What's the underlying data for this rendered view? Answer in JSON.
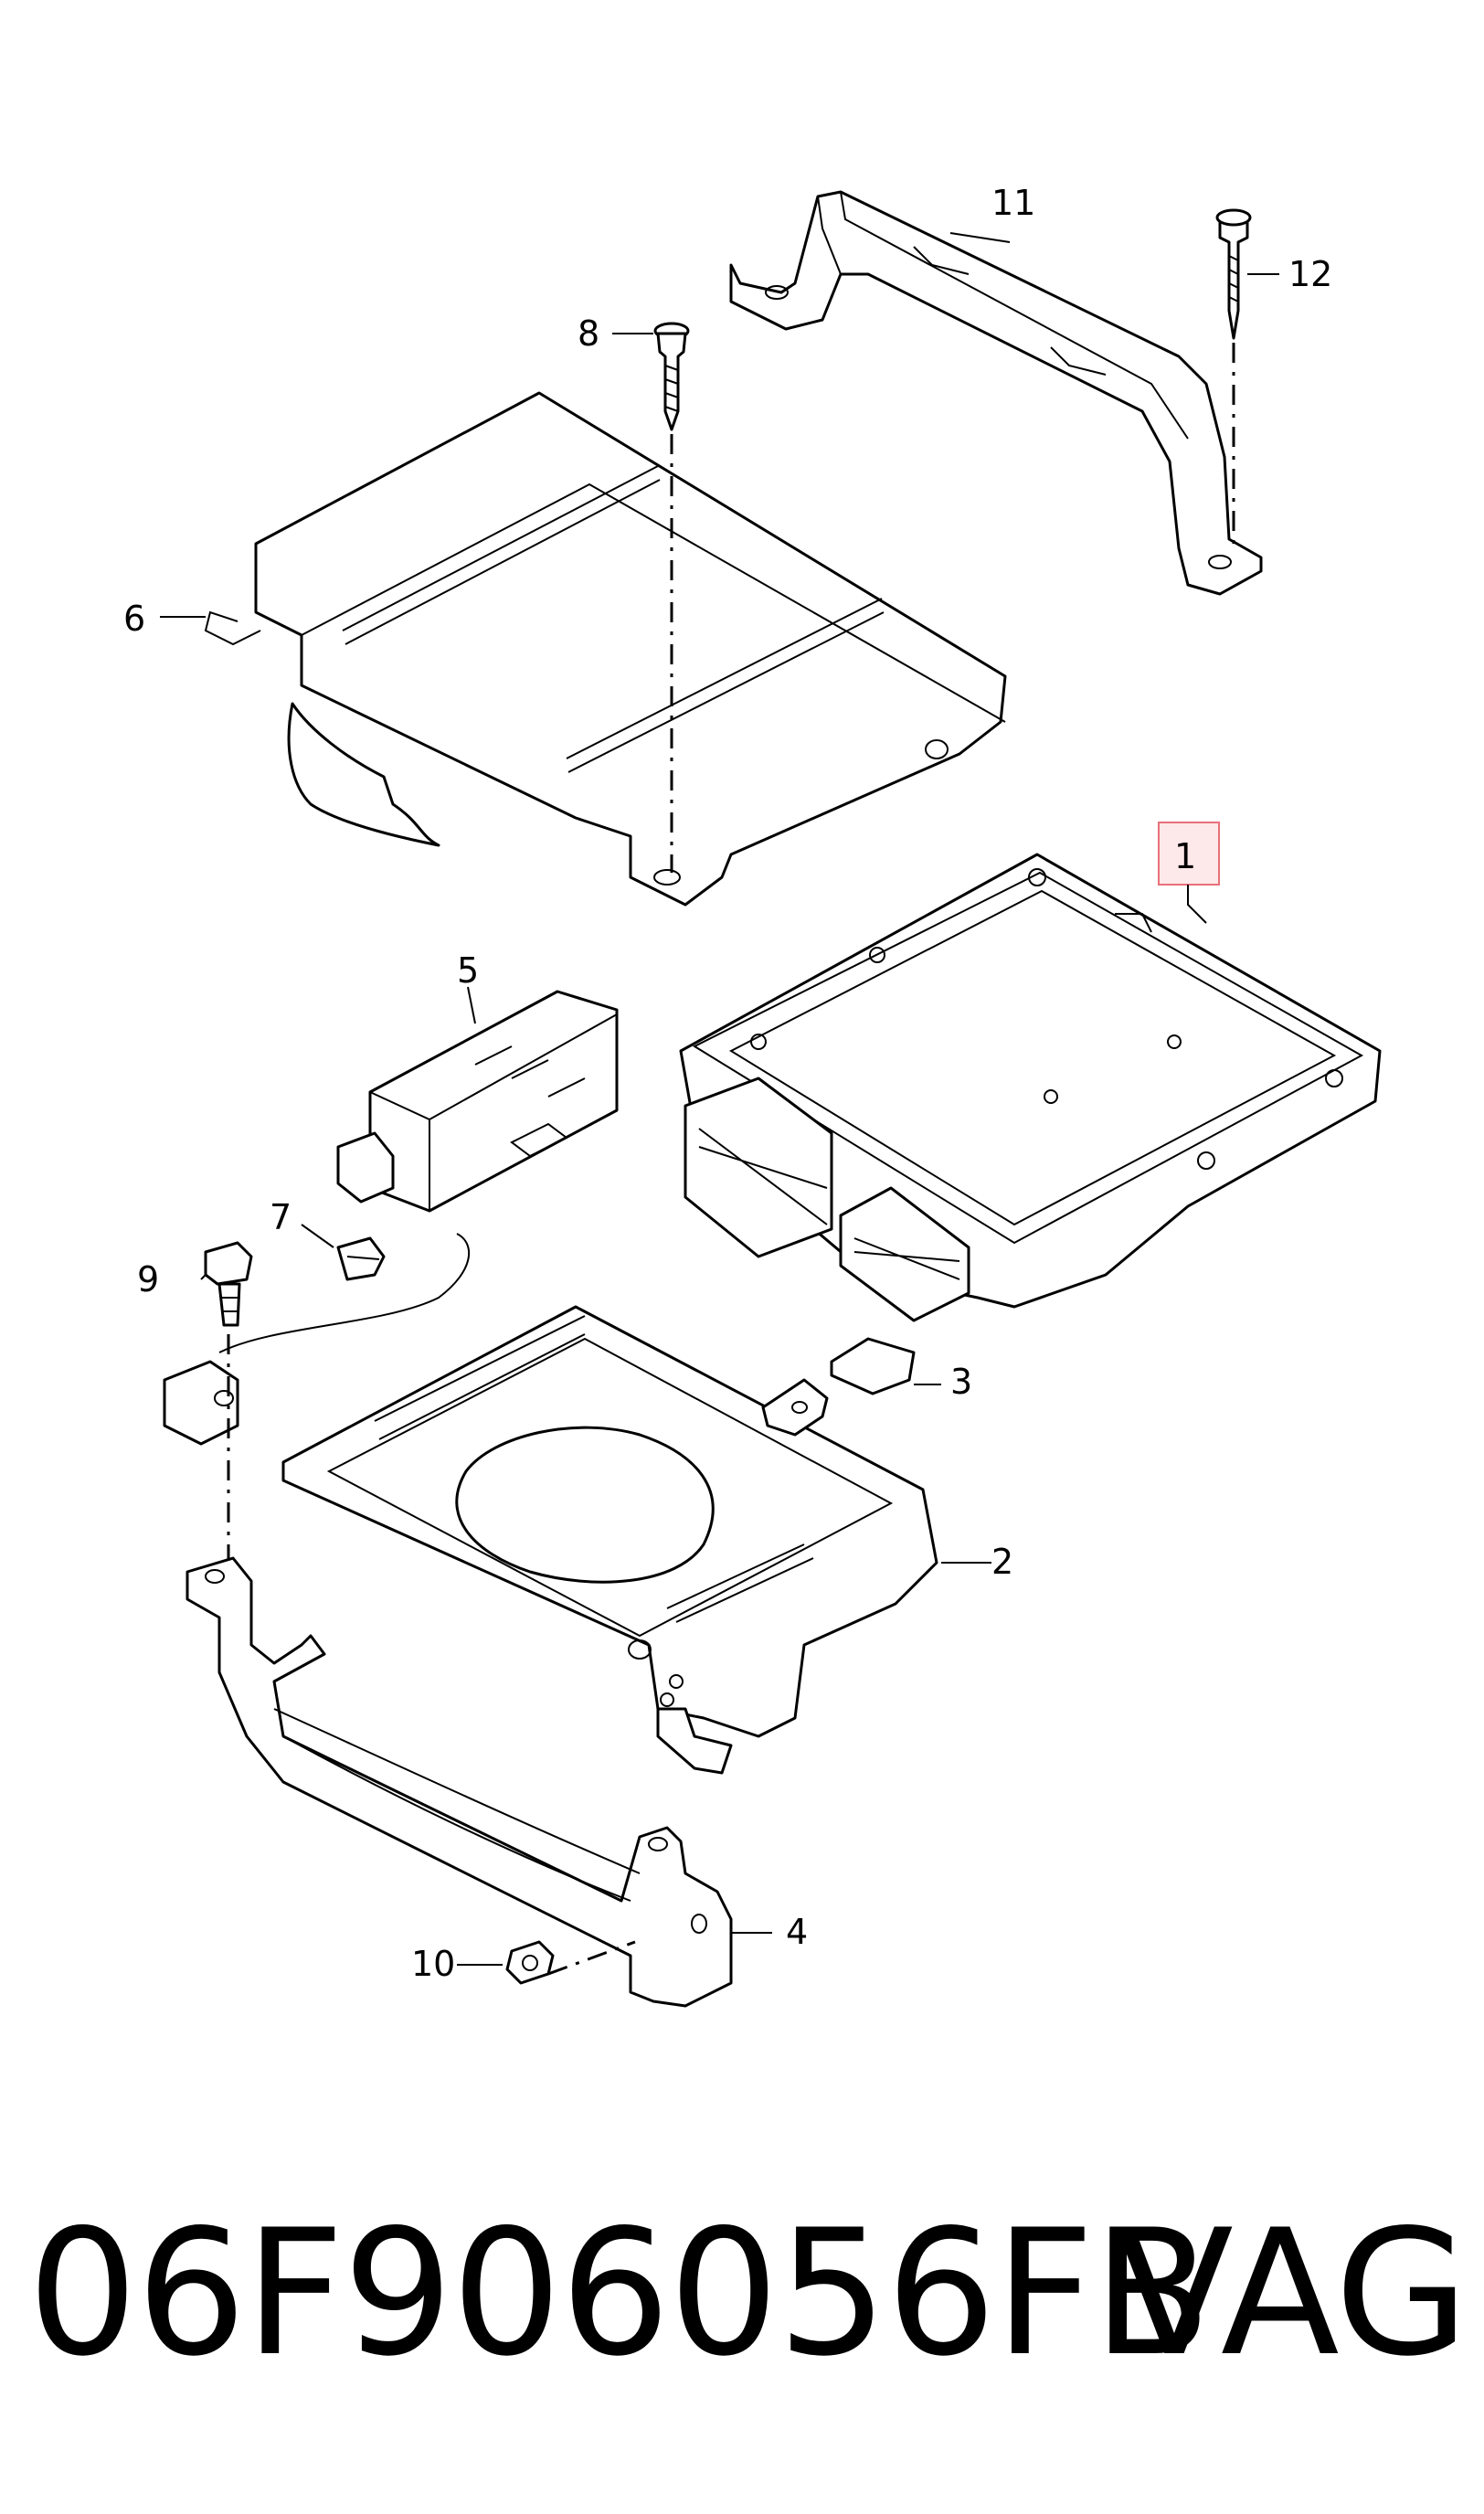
{
  "callouts": {
    "c1": "1",
    "c2": "2",
    "c3": "3",
    "c4": "4",
    "c5": "5",
    "c6": "6",
    "c7": "7",
    "c8": "8",
    "c9": "9",
    "c10": "10",
    "c11": "11",
    "c12": "12"
  },
  "highlight_color": "#e8707a",
  "highlight_fill": "#fde8ea",
  "caption": {
    "part_number": "06F906056FB",
    "brand": "VAG"
  }
}
